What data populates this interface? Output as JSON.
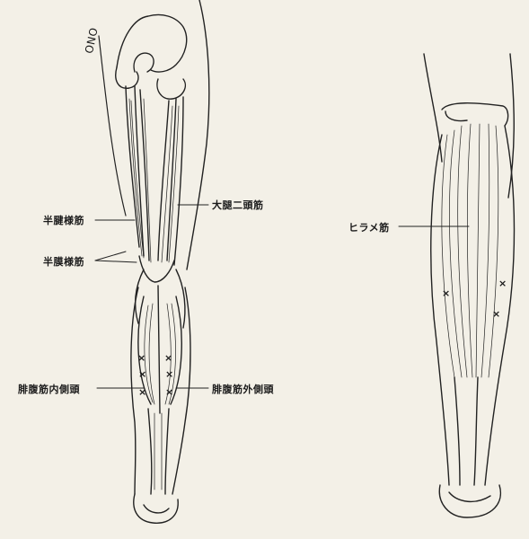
{
  "figure": {
    "specimen_label": "ONO",
    "labels": {
      "biceps_femoris": "大腿二頭筋",
      "semitendinosus": "半腱様筋",
      "semimembranosus": "半膜様筋",
      "gastrocnemius_medial": "腓腹筋内側頭",
      "gastrocnemius_lateral": "腓腹筋外側頭",
      "soleus": "ヒラメ筋"
    },
    "marker_symbol": "×"
  }
}
